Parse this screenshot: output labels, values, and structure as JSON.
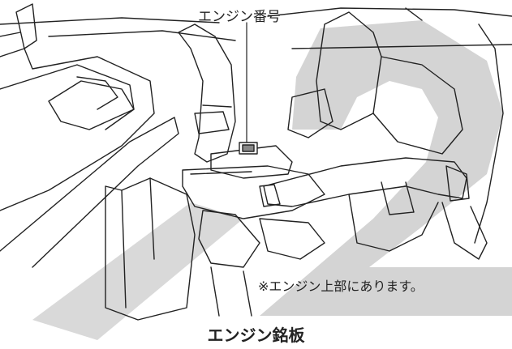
{
  "callout_label": "エンジン番号",
  "note": "※エンジン上部にあります。",
  "caption": "エンジン銘板",
  "colors": {
    "background": "#ffffff",
    "line_art": "#222222",
    "watermark": "#d0d0d0",
    "text": "#222222"
  }
}
